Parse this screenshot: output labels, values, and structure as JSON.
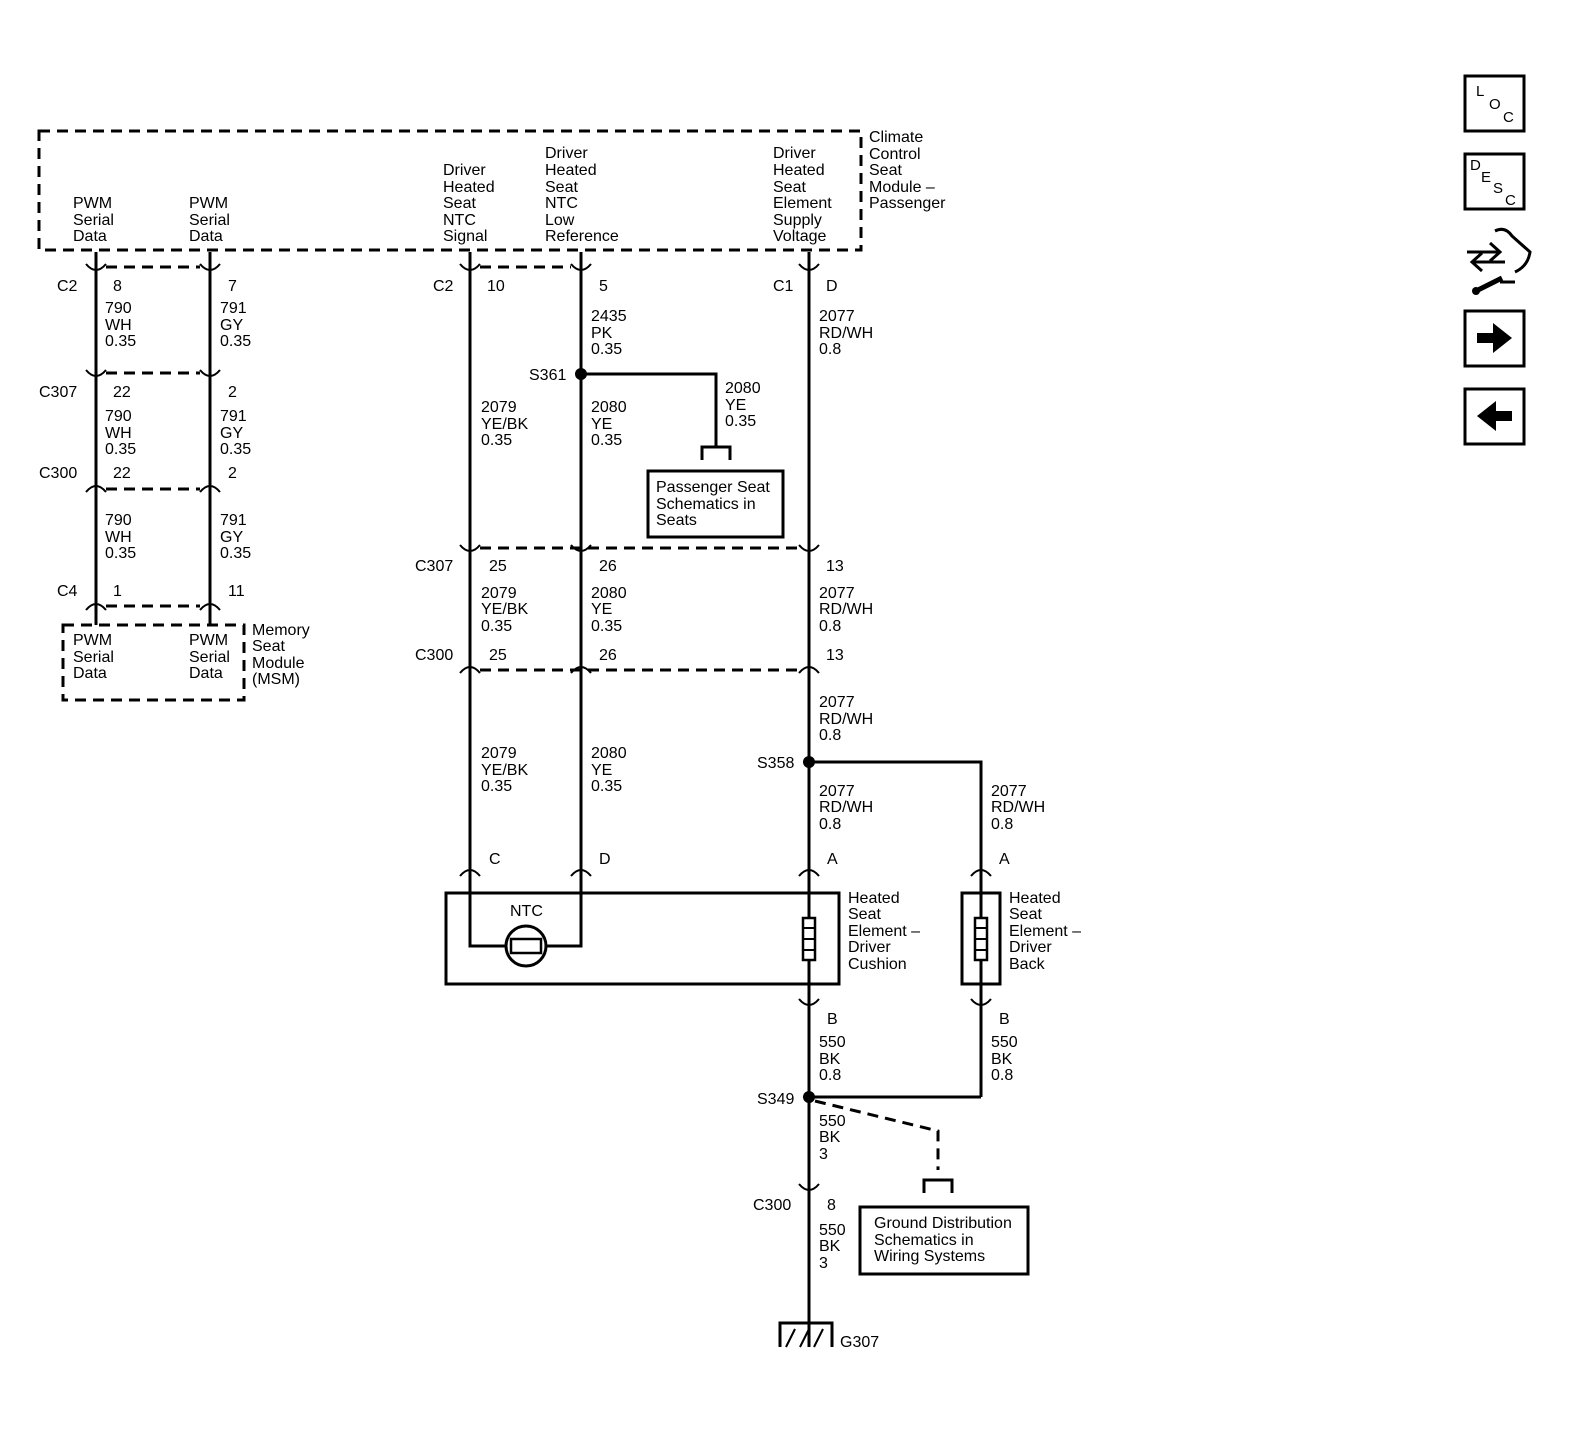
{
  "module": {
    "name_lines": [
      "Climate",
      "Control",
      "Seat",
      "Module –",
      "Passenger"
    ]
  },
  "module_pins": {
    "left1": [
      "PWM",
      "Serial",
      "Data"
    ],
    "left2": [
      "PWM",
      "Serial",
      "Data"
    ],
    "ntc_signal": [
      "Driver",
      "Heated",
      "Seat",
      "NTC",
      "Signal"
    ],
    "ntc_low": [
      "Driver",
      "Heated",
      "Seat",
      "NTC",
      "Low",
      "Reference"
    ],
    "supply": [
      "Driver",
      "Heated",
      "Seat",
      "Element",
      "Supply",
      "Voltage"
    ]
  },
  "msm": {
    "name_lines": [
      "Memory",
      "Seat",
      "Module",
      "(MSM)"
    ],
    "pin1": [
      "PWM",
      "Serial",
      "Data"
    ],
    "pin2": [
      "PWM",
      "Serial",
      "Data"
    ]
  },
  "connectors": {
    "c2": "C2",
    "c1": "C1",
    "c307": "C307",
    "c300": "C300",
    "c4": "C4"
  },
  "pins": {
    "c2_8": "8",
    "c2_7": "7",
    "c2_10": "10",
    "c2_5": "5",
    "c1_d": "D",
    "c307_22": "22",
    "c307_2": "2",
    "c300_22": "22",
    "c300_2": "2",
    "c4_1": "1",
    "c4_11": "11",
    "c307_25": "25",
    "c307_26": "26",
    "c307_13": "13",
    "c300_25": "25",
    "c300_26": "26",
    "c300_13": "13",
    "seat_c": "C",
    "seat_d": "D",
    "seat_a": "A",
    "back_a": "A",
    "seat_b": "B",
    "back_b": "B",
    "c300_8": "8"
  },
  "wires": {
    "w790a": [
      "790",
      "WH",
      "0.35"
    ],
    "w791a": [
      "791",
      "GY",
      "0.35"
    ],
    "w790b": [
      "790",
      "WH",
      "0.35"
    ],
    "w791b": [
      "791",
      "GY",
      "0.35"
    ],
    "w790c": [
      "790",
      "WH",
      "0.35"
    ],
    "w791c": [
      "791",
      "GY",
      "0.35"
    ],
    "w2435": [
      "2435",
      "PK",
      "0.35"
    ],
    "w2080s": [
      "2080",
      "YE",
      "0.35"
    ],
    "w2079a": [
      "2079",
      "YE/BK",
      "0.35"
    ],
    "w2080a": [
      "2080",
      "YE",
      "0.35"
    ],
    "w2077a": [
      "2077",
      "RD/WH",
      "0.8"
    ],
    "w2079b": [
      "2079",
      "YE/BK",
      "0.35"
    ],
    "w2080b": [
      "2080",
      "YE",
      "0.35"
    ],
    "w2077b": [
      "2077",
      "RD/WH",
      "0.8"
    ],
    "w2077c": [
      "2077",
      "RD/WH",
      "0.8"
    ],
    "w2079c": [
      "2079",
      "YE/BK",
      "0.35"
    ],
    "w2080c": [
      "2080",
      "YE",
      "0.35"
    ],
    "w2077d": [
      "2077",
      "RD/WH",
      "0.8"
    ],
    "w2077e": [
      "2077",
      "RD/WH",
      "0.8"
    ],
    "w550a": [
      "550",
      "BK",
      "0.8"
    ],
    "w550b": [
      "550",
      "BK",
      "0.8"
    ],
    "w550c": [
      "550",
      "BK",
      "3"
    ],
    "w550d": [
      "550",
      "BK",
      "3"
    ]
  },
  "splices": {
    "s361": "S361",
    "s358": "S358",
    "s349": "S349"
  },
  "ground": "G307",
  "refs": {
    "passenger": [
      "Passenger Seat",
      "Schematics in",
      "Seats"
    ],
    "ground": [
      "Ground Distribution",
      "Schematics in",
      "Wiring Systems"
    ]
  },
  "components": {
    "ntc": "NTC",
    "cushion": [
      "Heated",
      "Seat",
      "Element –",
      "Driver",
      "Cushion"
    ],
    "back": [
      "Heated",
      "Seat",
      "Element –",
      "Driver",
      "Back"
    ]
  },
  "nav": {
    "loc": [
      "L",
      "O",
      "C"
    ],
    "desc": [
      "D",
      "E",
      "S",
      "C"
    ],
    "tools_icon": "tools-icon",
    "next_icon": "arrow-right-icon",
    "prev_icon": "arrow-left-icon"
  }
}
